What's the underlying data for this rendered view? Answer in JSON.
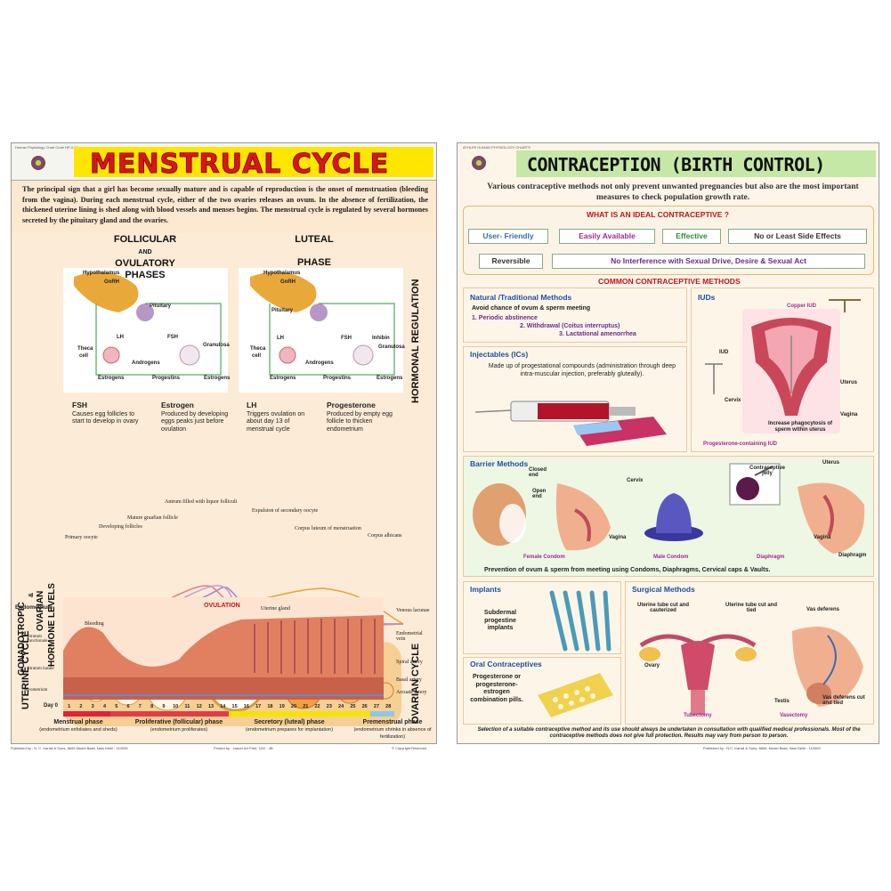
{
  "left_poster": {
    "topline": "Human Physiology Chart Code HP-XXX",
    "title": "MENSTRUAL CYCLE",
    "intro": "The principal sign that a girl has become sexually mature and is capable of reproduction is the onset of menstruation (bleeding from the vagina). During each menstrual cycle, either of the two ovaries releases an ovum. In the absence of fertilization, the thickened uterine lining is shed along with blood vessels and menses begins. The menstrual cycle is regulated by several hormones secreted by the pituitary gland and the ovaries.",
    "follicular_title": "FOLLICULAR",
    "follicular_and": "AND",
    "follicular_sub": "OVULATORY PHASES",
    "luteal_title": "LUTEAL",
    "luteal_sub": "PHASE",
    "hormonal_regulation": "HORMONAL REGULATION",
    "gonadotropic": "GONADOTROPIC",
    "and_symbol": "&",
    "ovarian": "OVARIAN",
    "hormone_levels": "HORMONE LEVELS",
    "ovarian_cycle": "OVARIAN CYCLE",
    "uterine_cycle": "UTERINE CYCLE",
    "labels": {
      "hypothalamus": "Hypothalamus",
      "gnrh": "GnRH",
      "pituitary": "Pituitary",
      "lh": "LH",
      "fsh": "FSH",
      "theca": "Theca",
      "cell": "cell",
      "granulosa": "Granulosa",
      "androgens": "Androgens",
      "estrogens": "Estrogens",
      "progestins": "Progestins",
      "inhibin": "Inhibin"
    },
    "hormones": [
      {
        "name": "FSH",
        "desc": "Causes egg follicles to start to develop in ovary"
      },
      {
        "name": "Estrogen",
        "desc": "Produced by developing eggs peaks just before ovulation"
      },
      {
        "name": "LH",
        "desc": "Triggers ovulation on about day 13 of menstrual cycle"
      },
      {
        "name": "Progesterone",
        "desc": "Produced by empty egg follicle to thicken endometrium"
      }
    ],
    "ovary_labels": {
      "primary_oocyte": "Primary oocyte",
      "developing_follicles": "Developing follicles",
      "mature_graafian": "Mature graafian follicle",
      "antrum": "Antrum filled with liquor folliculi",
      "expulsion": "Expulsion of secondary oocyte",
      "corpus_luteum": "Corpus luteum of menstruation",
      "corpus_albicans": "Corpus albicans"
    },
    "uterus_labels": {
      "endometrium": "Endometrium",
      "bleeding": "Bleeding",
      "ovulation": "OVULATION",
      "uterine_gland": "Uterine gland",
      "stratum_functionale": "Stratum functionale",
      "stratum_basale": "Stratum basale",
      "myometrium": "Myometrium",
      "venous_lacunae": "Venous lacunae",
      "endometrial_vein": "Endometrial vein",
      "spiral_artery": "Spiral artery",
      "basal_artery": "Basal artery",
      "arcuate_artery": "Arcuate artery",
      "day": "Day 0"
    },
    "days": [
      "1",
      "2",
      "3",
      "4",
      "5",
      "6",
      "7",
      "8",
      "9",
      "10",
      "11",
      "12",
      "13",
      "14",
      "15",
      "16",
      "17",
      "18",
      "19",
      "20",
      "21",
      "22",
      "23",
      "24",
      "25",
      "26",
      "27",
      "28"
    ],
    "phases": [
      {
        "name": "Menstrual phase",
        "desc": "(endometrium exfoliates and sheds)"
      },
      {
        "name": "Proliferative (follicular) phase",
        "desc": "(endometrium proliferates)"
      },
      {
        "name": "Secretory (luteal) phase",
        "desc": "(endometrium prepares for implantation)"
      },
      {
        "name": "Premenstrual phase",
        "desc": "(endometrium shrinks in absence of fertilization)"
      }
    ],
    "footer_left": "Published by : N. C. Kansil & Sons, 8606 Model Basti, New Delhi - 110005",
    "footer_mid": "Printed by : Jaison Art Print, 10/2 - 4B",
    "footer_right": "© Copyright Reserved",
    "colors": {
      "title": "#d8161b",
      "title_box": "#ffe600",
      "menstrual": "#e0223a",
      "proliferative": "#e0223a",
      "secretory": "#f5e400",
      "premenstrual": "#8ac8ea"
    }
  },
  "right_poster": {
    "topline": "ATHLEE HUMAN PHYSIOLOGY CHARTS",
    "title": "CONTRACEPTION (BIRTH CONTROL)",
    "intro": "Various contraceptive methods not only prevent unwanted pregnancies but also are the most important measures to check population growth rate.",
    "ideal_header": "WHAT IS AN IDEAL CONTRACEPTIVE ?",
    "ideal": [
      "User- Friendly",
      "Easily Available",
      "Effective",
      "No or Least Side Effects",
      "Reversible",
      "No Interference with Sexual Drive, Desire & Sexual Act"
    ],
    "common_header": "COMMON CONTRACEPTIVE METHODS",
    "natural": {
      "title": "Natural /Traditional Methods",
      "lead": "Avoid chance of ovum & sperm meeting",
      "items": [
        "1. Periodic abstinence",
        "2. Withdrawal (Coitus interruptus)",
        "3. Lactational amenorrhea"
      ]
    },
    "iuds": {
      "title": "IUDs",
      "copper": "Copper IUD",
      "iud": "IUD",
      "uterus": "Uterus",
      "cervix": "Cervix",
      "vagina": "Vagina",
      "increase": "Increase phagocytosis of sperm within uterus",
      "prog": "Progesterone-containing IUD"
    },
    "injectables": {
      "title": "Injectables (ICs)",
      "desc": "Made up of progestational compounds (administration through deep intra-muscular injection, preferably gluteally)."
    },
    "barrier": {
      "title": "Barrier Methods",
      "closed_end": "Closed end",
      "open_end": "Open end",
      "cervix": "Cervix",
      "vagina": "Vagina",
      "female_condom": "Female Condom",
      "male_condom": "Male Condom",
      "jelly": "Contraceptive jelly",
      "uterus": "Uterus",
      "vagina2": "Vagina",
      "diaphragm": "Diaphragm",
      "diaphragm2": "Diaphragm",
      "caption": "Prevention of ovum & sperm from meeting using Condoms, Diaphragms, Cervical caps & Vaults."
    },
    "implants": {
      "title": "Implants",
      "desc": "Subdermal progestine implants"
    },
    "oral": {
      "title": "Oral Contraceptives",
      "desc": "Progesterone or progesterone-estrogen combination pills."
    },
    "surgical": {
      "title": "Surgical Methods",
      "cut_cauterized": "Uterine tube cut and cauterized",
      "cut_tied": "Uterine tube cut and tied",
      "vas_deferens": "Vas deferens",
      "ovary": "Ovary",
      "tubectomy": "Tubectomy",
      "testis": "Testis",
      "vas_cut": "Vas deferens cut and tied",
      "vasectomy": "Vasectomy"
    },
    "footer_note": "Selection of a suitable contraceptive method and its use should always be undertaken in consultation with qualified medical professionals. Most of the contraceptive methods does not give full protection. Results may vary from person to person.",
    "footer_pub": "Published by : N.C. Kansil & Sons, 8606, Model Basti, New Delhi - 110005",
    "colors": {
      "title_box": "#c6e8a6",
      "section_head": "#1e4fa0",
      "purple": "#6a2a8e"
    }
  }
}
